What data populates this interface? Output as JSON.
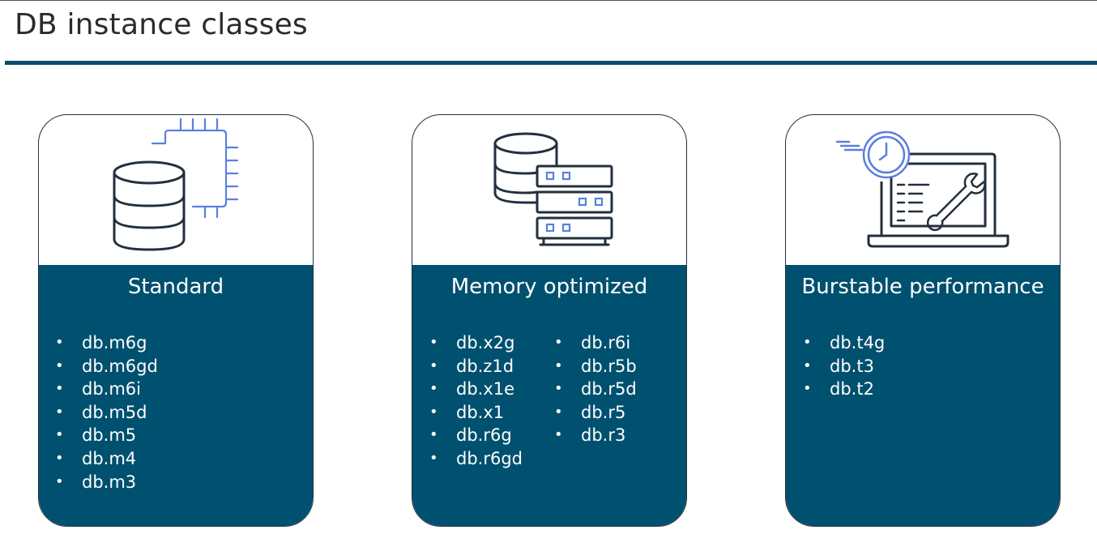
{
  "page": {
    "title": "DB instance classes"
  },
  "colors": {
    "accent_rule": "#0e4b6b",
    "card_body": "#00506f",
    "icon_blue": "#5b7fe0",
    "icon_dark": "#232f3e"
  },
  "cards": [
    {
      "heading": "Standard",
      "icon": "database-chip-icon",
      "columns": [
        [
          "db.m6g",
          "db.m6gd",
          "db.m6i",
          "db.m5d",
          "db.m5",
          "db.m4",
          "db.m3"
        ]
      ]
    },
    {
      "heading": "Memory optimized",
      "icon": "database-server-rack-icon",
      "columns": [
        [
          "db.x2g",
          "db.z1d",
          "db.x1e",
          "db.x1",
          "db.r6g",
          "db.r6gd"
        ],
        [
          "db.r6i",
          "db.r5b",
          "db.r5d",
          "db.r5",
          "db.r3"
        ]
      ]
    },
    {
      "heading": "Burstable performance",
      "icon": "laptop-clock-wrench-icon",
      "columns": [
        [
          "db.t4g",
          "db.t3",
          "db.t2"
        ]
      ]
    }
  ],
  "bullet": "•"
}
